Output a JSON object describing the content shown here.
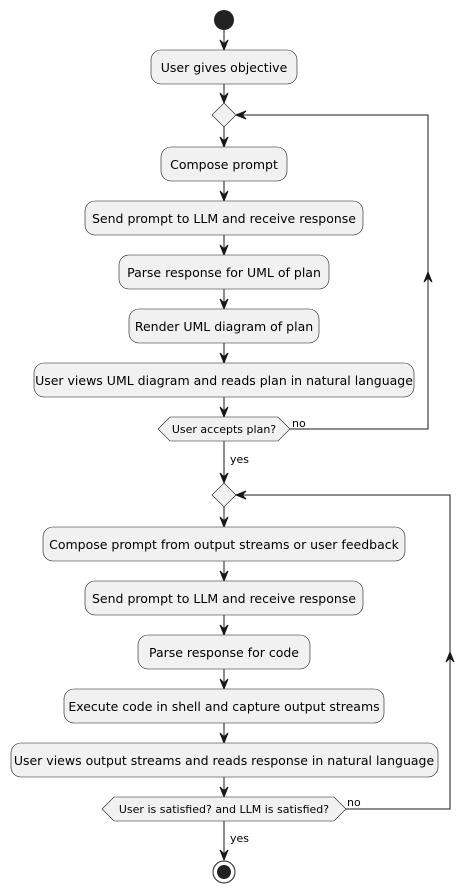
{
  "diagram": {
    "actions": {
      "user_gives_objective": "User gives objective",
      "compose_prompt": "Compose prompt",
      "send_prompt_1": "Send prompt to LLM and receive response",
      "parse_uml": "Parse response for UML of plan",
      "render_uml": "Render UML diagram of plan",
      "user_views_uml": "User views UML diagram and reads plan in natural language",
      "compose_from_streams": "Compose prompt from output streams or user feedback",
      "send_prompt_2": "Send prompt to LLM and receive response",
      "parse_code": "Parse response for code",
      "execute_code": "Execute code in shell and capture output streams",
      "user_views_output": "User views output streams and reads response in natural language"
    },
    "decisions": {
      "accepts_plan": "User accepts plan?",
      "is_satisfied": "User is satisfied? and LLM is satisfied?"
    },
    "edge_labels": {
      "loop1_no": "no",
      "loop1_yes": "yes",
      "loop2_no": "no",
      "loop2_yes": "yes"
    }
  }
}
